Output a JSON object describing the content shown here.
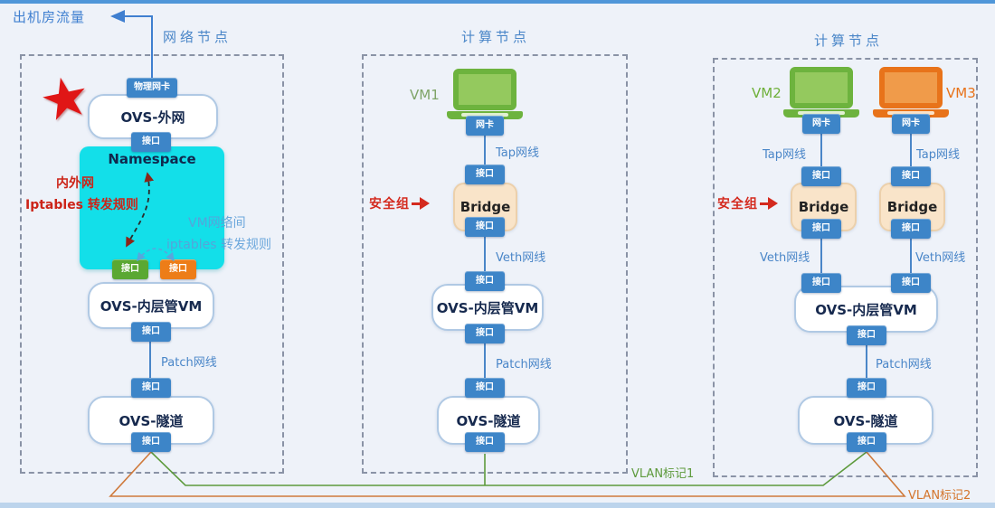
{
  "header": {
    "outflow_label": "出机房流量"
  },
  "titles": {
    "network_node": "网络节点",
    "compute_node_1": "计算节点",
    "compute_node_2": "计算节点"
  },
  "labels": {
    "port": "接口",
    "nic": "网卡",
    "physical_nic": "物理网卡",
    "tap_cable": "Tap网线",
    "veth_cable": "Veth网线",
    "patch_cable": "Patch网线",
    "bridge": "Bridge",
    "security_group": "安全组",
    "ovs_external": "OVS-外网",
    "ovs_inner": "OVS-内层管VM",
    "ovs_tunnel": "OVS-隧道",
    "namespace": "Namespace"
  },
  "namespace_notes": {
    "left_line1": "内外网",
    "left_line2": "Iptables 转发规则",
    "right_line1": "VM网络间",
    "right_line2": "iptables 转发规则"
  },
  "vms": {
    "vm1": "VM1",
    "vm2": "VM2",
    "vm3": "VM3"
  },
  "vlan": {
    "tag1": "VLAN标记1",
    "tag2": "VLAN标记2"
  },
  "icons": {
    "red_star": "★"
  },
  "colors": {
    "accent_blue": "#3d85c8",
    "port_green": "#5aa832",
    "port_orange": "#ed7d18",
    "namespace_cyan": "#13dfe9",
    "bridge_peach": "#f9e4c9",
    "vlan_green": "#5d9a3c",
    "vlan_orange": "#cf7a3c",
    "alert_red": "#d42a1e"
  }
}
